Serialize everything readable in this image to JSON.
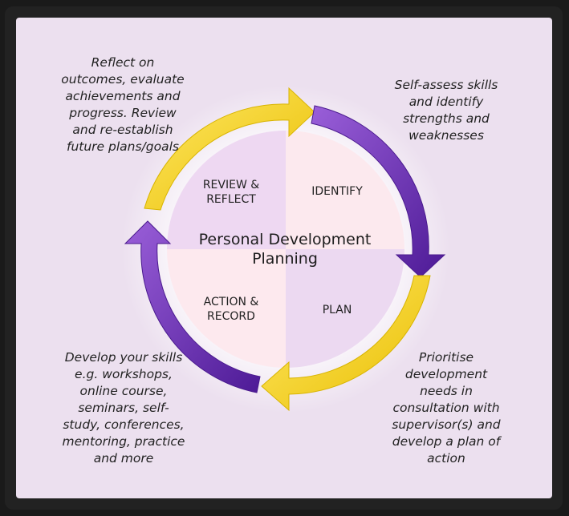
{
  "center_title": "Personal Development\nPlanning",
  "quadrants": {
    "review": "REVIEW &\nREFLECT",
    "identify": "IDENTIFY",
    "plan": "PLAN",
    "action": "ACTION &\nRECORD"
  },
  "notes": {
    "top_left": "Reflect on\noutcomes, evaluate\nachievements and\nprogress. Review\nand re-establish\nfuture plans/goals",
    "top_right": "Self-assess skills\nand identify\nstrengths and\nweaknesses",
    "bottom_left": "Develop your skills\ne.g. workshops,\nonline course,\nseminars, self-\nstudy, conferences,\nmentoring, practice\nand more",
    "bottom_right": "Prioritise\ndevelopment\nneeds in\nconsultation with\nsupervisor(s) and\ndevelop a plan of\naction"
  },
  "colors": {
    "background": "#ece0ef",
    "frame": "#222222",
    "yellow_arrow": "#f2d22a",
    "purple_arrow": "#6a2fb3",
    "quad_pink": "#fbe9ee",
    "quad_lilac": "#e9d6f0"
  }
}
